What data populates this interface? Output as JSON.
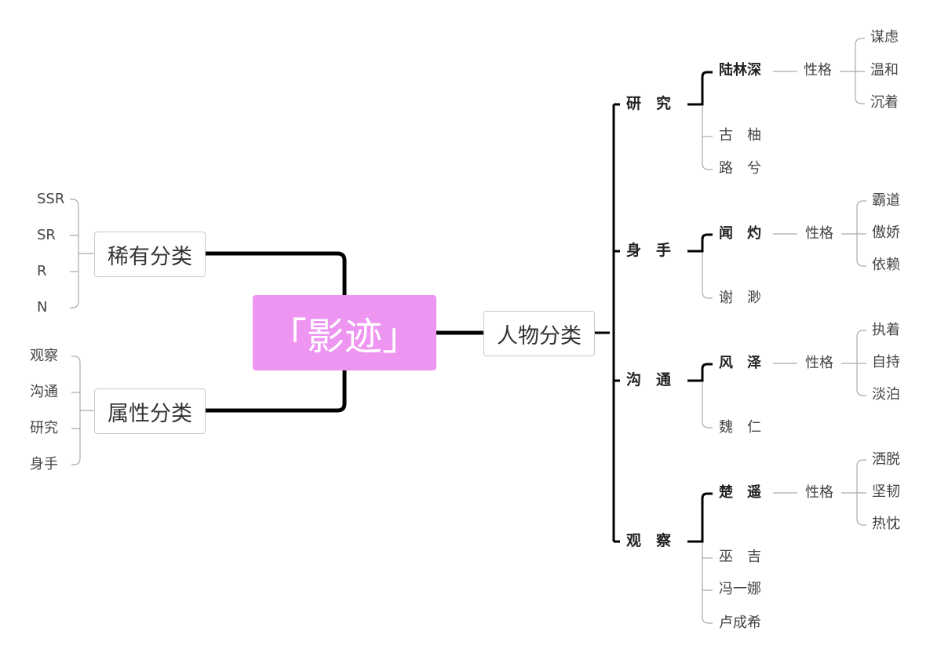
{
  "root": {
    "label": "「影迹」"
  },
  "left_branches": [
    {
      "label": "稀有分类",
      "children": [
        "SSR",
        "SR",
        "R",
        "N"
      ]
    },
    {
      "label": "属性分类",
      "children": [
        "观察",
        "沟通",
        "研究",
        "身手"
      ]
    }
  ],
  "right_branch": {
    "label": "人物分类",
    "groups": [
      {
        "label": "研　究",
        "people": [
          {
            "name": "陆林深",
            "trait_label": "性格",
            "traits": [
              "谋虑",
              "温和",
              "沉着"
            ]
          },
          {
            "name": "古　柚"
          },
          {
            "name": "路　兮"
          }
        ]
      },
      {
        "label": "身　手",
        "people": [
          {
            "name": "闻　灼",
            "trait_label": "性格",
            "traits": [
              "霸道",
              "傲娇",
              "依赖"
            ]
          },
          {
            "name": "谢　渺"
          }
        ]
      },
      {
        "label": "沟　通",
        "people": [
          {
            "name": "风　泽",
            "trait_label": "性格",
            "traits": [
              "执着",
              "自持",
              "淡泊"
            ]
          },
          {
            "name": "魏　仁"
          }
        ]
      },
      {
        "label": "观　察",
        "people": [
          {
            "name": "楚　遥",
            "trait_label": "性格",
            "traits": [
              "洒脱",
              "坚韧",
              "热忱"
            ]
          },
          {
            "name": "巫　吉"
          },
          {
            "name": "冯一娜"
          },
          {
            "name": "卢成希"
          }
        ]
      }
    ]
  }
}
